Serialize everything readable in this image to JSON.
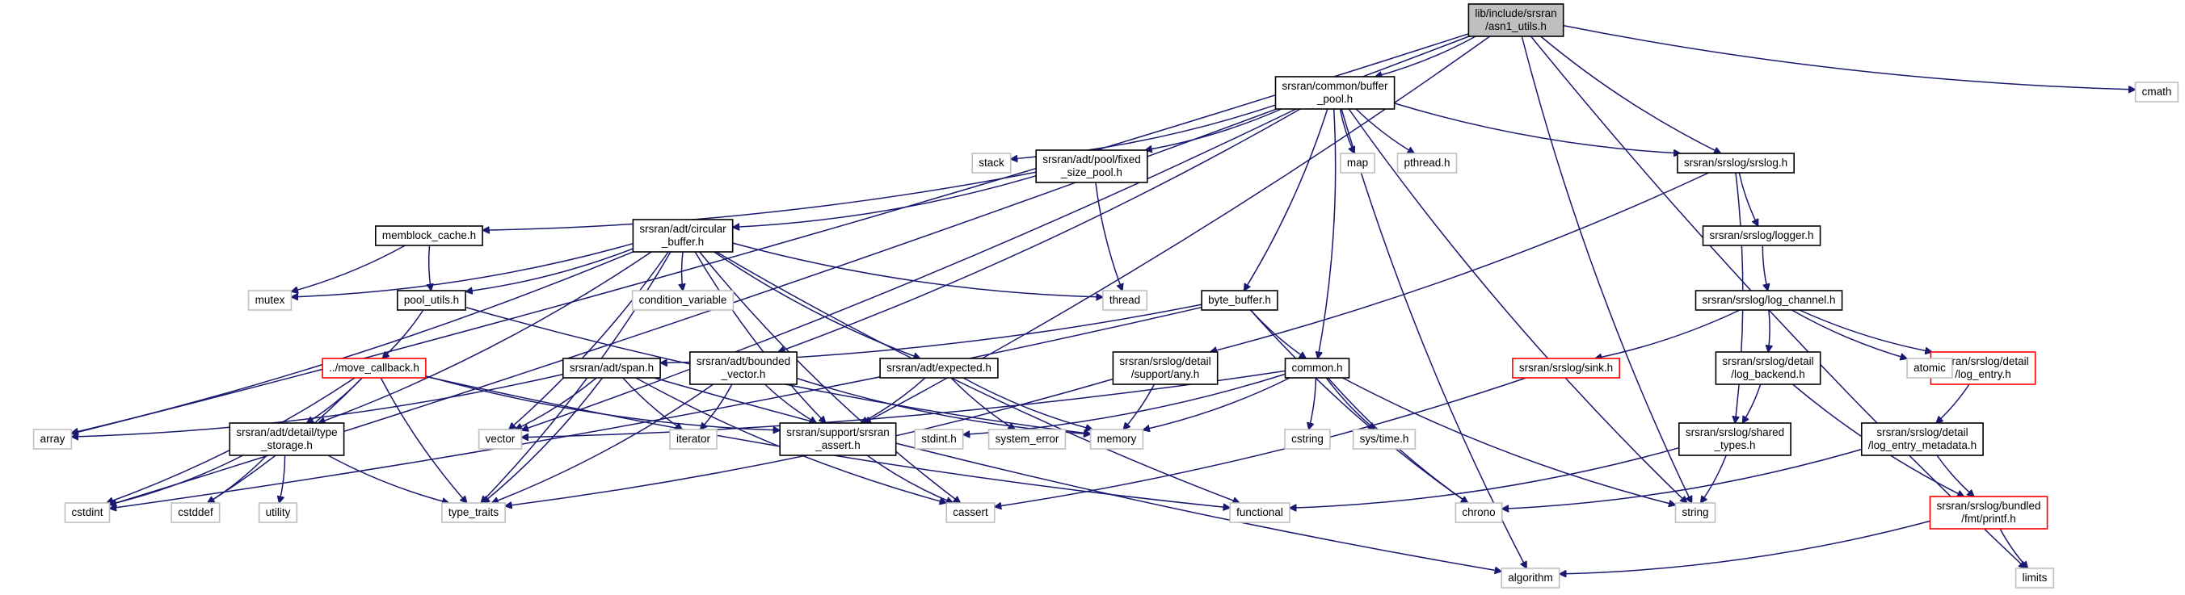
{
  "colors": {
    "edge": "#191970",
    "border_project": "#000000",
    "border_external": "#bfbfbf",
    "border_missing": "#ff0000",
    "fill_root": "#bfbfbf",
    "fill_default": "#ffffff"
  },
  "nodes": [
    {
      "id": "root",
      "lines": [
        "lib/include/srsran",
        "/asn1_utils.h"
      ],
      "kind": "root"
    },
    {
      "id": "buffer_pool",
      "lines": [
        "srsran/common/buffer",
        "_pool.h"
      ],
      "kind": "project"
    },
    {
      "id": "srslog",
      "lines": [
        "srsran/srslog/srslog.h"
      ],
      "kind": "project"
    },
    {
      "id": "fixed_size_pool",
      "lines": [
        "srsran/adt/pool/fixed",
        "_size_pool.h"
      ],
      "kind": "project"
    },
    {
      "id": "memblock_cache",
      "lines": [
        "memblock_cache.h"
      ],
      "kind": "project"
    },
    {
      "id": "circular_buffer",
      "lines": [
        "srsran/adt/circular",
        "_buffer.h"
      ],
      "kind": "project"
    },
    {
      "id": "pool_utils",
      "lines": [
        "pool_utils.h"
      ],
      "kind": "project"
    },
    {
      "id": "byte_buffer",
      "lines": [
        "byte_buffer.h"
      ],
      "kind": "project"
    },
    {
      "id": "logger",
      "lines": [
        "srsran/srslog/logger.h"
      ],
      "kind": "project"
    },
    {
      "id": "log_channel",
      "lines": [
        "srsran/srslog/log_channel.h"
      ],
      "kind": "project"
    },
    {
      "id": "move_callback",
      "lines": [
        "../move_callback.h"
      ],
      "kind": "missing"
    },
    {
      "id": "span",
      "lines": [
        "srsran/adt/span.h"
      ],
      "kind": "project"
    },
    {
      "id": "bounded_vector",
      "lines": [
        "srsran/adt/bounded",
        "_vector.h"
      ],
      "kind": "project"
    },
    {
      "id": "expected",
      "lines": [
        "srsran/adt/expected.h"
      ],
      "kind": "project"
    },
    {
      "id": "detail_any",
      "lines": [
        "srsran/srslog/detail",
        "/support/any.h"
      ],
      "kind": "project"
    },
    {
      "id": "common",
      "lines": [
        "common.h"
      ],
      "kind": "project"
    },
    {
      "id": "sink",
      "lines": [
        "srsran/srslog/sink.h"
      ],
      "kind": "missing"
    },
    {
      "id": "log_backend",
      "lines": [
        "srsran/srslog/detail",
        "/log_backend.h"
      ],
      "kind": "project"
    },
    {
      "id": "log_entry",
      "lines": [
        "srsran/srslog/detail",
        "/log_entry.h"
      ],
      "kind": "missing"
    },
    {
      "id": "type_storage",
      "lines": [
        "srsran/adt/detail/type",
        "_storage.h"
      ],
      "kind": "project"
    },
    {
      "id": "srsran_assert",
      "lines": [
        "srsran/support/srsran",
        "_assert.h"
      ],
      "kind": "project"
    },
    {
      "id": "shared_types",
      "lines": [
        "srsran/srslog/shared",
        "_types.h"
      ],
      "kind": "project"
    },
    {
      "id": "log_entry_metadata",
      "lines": [
        "srsran/srslog/detail",
        "/log_entry_metadata.h"
      ],
      "kind": "project"
    },
    {
      "id": "printf",
      "lines": [
        "srsran/srslog/bundled",
        "/fmt/printf.h"
      ],
      "kind": "missing"
    },
    {
      "id": "cmath",
      "lines": [
        "cmath"
      ],
      "kind": "external"
    },
    {
      "id": "stack",
      "lines": [
        "stack"
      ],
      "kind": "external"
    },
    {
      "id": "map",
      "lines": [
        "map"
      ],
      "kind": "external"
    },
    {
      "id": "pthread",
      "lines": [
        "pthread.h"
      ],
      "kind": "external"
    },
    {
      "id": "mutex",
      "lines": [
        "mutex"
      ],
      "kind": "external"
    },
    {
      "id": "condition_variable",
      "lines": [
        "condition_variable"
      ],
      "kind": "external"
    },
    {
      "id": "thread",
      "lines": [
        "thread"
      ],
      "kind": "external"
    },
    {
      "id": "atomic",
      "lines": [
        "atomic"
      ],
      "kind": "external"
    },
    {
      "id": "array",
      "lines": [
        "array"
      ],
      "kind": "external"
    },
    {
      "id": "vector",
      "lines": [
        "vector"
      ],
      "kind": "external"
    },
    {
      "id": "iterator",
      "lines": [
        "iterator"
      ],
      "kind": "external"
    },
    {
      "id": "stdint",
      "lines": [
        "stdint.h"
      ],
      "kind": "external"
    },
    {
      "id": "system_error",
      "lines": [
        "system_error"
      ],
      "kind": "external"
    },
    {
      "id": "memory",
      "lines": [
        "memory"
      ],
      "kind": "external"
    },
    {
      "id": "cstring",
      "lines": [
        "cstring"
      ],
      "kind": "external"
    },
    {
      "id": "systime",
      "lines": [
        "sys/time.h"
      ],
      "kind": "external"
    },
    {
      "id": "cstdint",
      "lines": [
        "cstdint"
      ],
      "kind": "external"
    },
    {
      "id": "cstddef",
      "lines": [
        "cstddef"
      ],
      "kind": "external"
    },
    {
      "id": "utility",
      "lines": [
        "utility"
      ],
      "kind": "external"
    },
    {
      "id": "type_traits",
      "lines": [
        "type_traits"
      ],
      "kind": "external"
    },
    {
      "id": "cassert",
      "lines": [
        "cassert"
      ],
      "kind": "external"
    },
    {
      "id": "functional",
      "lines": [
        "functional"
      ],
      "kind": "external"
    },
    {
      "id": "chrono",
      "lines": [
        "chrono"
      ],
      "kind": "external"
    },
    {
      "id": "string",
      "lines": [
        "string"
      ],
      "kind": "external"
    },
    {
      "id": "algorithm",
      "lines": [
        "algorithm"
      ],
      "kind": "external"
    },
    {
      "id": "limits",
      "lines": [
        "limits"
      ],
      "kind": "external"
    }
  ],
  "edges": [
    [
      "root",
      "buffer_pool"
    ],
    [
      "root",
      "srslog"
    ],
    [
      "root",
      "cmath"
    ],
    [
      "root",
      "array"
    ],
    [
      "root",
      "cstdint"
    ],
    [
      "root",
      "limits"
    ],
    [
      "root",
      "string"
    ],
    [
      "root",
      "srsran_assert"
    ],
    [
      "buffer_pool",
      "stack"
    ],
    [
      "buffer_pool",
      "fixed_size_pool"
    ],
    [
      "buffer_pool",
      "map"
    ],
    [
      "buffer_pool",
      "pthread"
    ],
    [
      "buffer_pool",
      "srslog"
    ],
    [
      "buffer_pool",
      "byte_buffer"
    ],
    [
      "buffer_pool",
      "common"
    ],
    [
      "buffer_pool",
      "string"
    ],
    [
      "buffer_pool",
      "algorithm"
    ],
    [
      "buffer_pool",
      "vector"
    ],
    [
      "buffer_pool",
      "bounded_vector"
    ],
    [
      "fixed_size_pool",
      "memblock_cache"
    ],
    [
      "fixed_size_pool",
      "circular_buffer"
    ],
    [
      "fixed_size_pool",
      "thread"
    ],
    [
      "memblock_cache",
      "mutex"
    ],
    [
      "memblock_cache",
      "pool_utils"
    ],
    [
      "circular_buffer",
      "mutex"
    ],
    [
      "circular_buffer",
      "pool_utils"
    ],
    [
      "circular_buffer",
      "condition_variable"
    ],
    [
      "circular_buffer",
      "thread"
    ],
    [
      "circular_buffer",
      "array"
    ],
    [
      "circular_buffer",
      "vector"
    ],
    [
      "circular_buffer",
      "type_traits"
    ],
    [
      "circular_buffer",
      "expected"
    ],
    [
      "circular_buffer",
      "srsran_assert"
    ],
    [
      "circular_buffer",
      "type_storage"
    ],
    [
      "circular_buffer",
      "functional"
    ],
    [
      "circular_buffer",
      "cassert"
    ],
    [
      "pool_utils",
      "move_callback"
    ],
    [
      "pool_utils",
      "memory"
    ],
    [
      "srslog",
      "logger"
    ],
    [
      "srslog",
      "shared_types"
    ],
    [
      "srslog",
      "detail_any"
    ],
    [
      "logger",
      "log_channel"
    ],
    [
      "log_channel",
      "sink"
    ],
    [
      "log_channel",
      "log_backend"
    ],
    [
      "log_channel",
      "atomic"
    ],
    [
      "log_channel",
      "log_entry"
    ],
    [
      "byte_buffer",
      "common"
    ],
    [
      "byte_buffer",
      "span"
    ],
    [
      "byte_buffer",
      "cstdint"
    ],
    [
      "byte_buffer",
      "chrono"
    ],
    [
      "move_callback",
      "type_storage"
    ],
    [
      "move_callback",
      "srsran_assert"
    ],
    [
      "move_callback",
      "cstdint"
    ],
    [
      "move_callback",
      "cstddef"
    ],
    [
      "move_callback",
      "type_traits"
    ],
    [
      "move_callback",
      "functional"
    ],
    [
      "span",
      "array"
    ],
    [
      "span",
      "vector"
    ],
    [
      "span",
      "type_traits"
    ],
    [
      "span",
      "iterator"
    ],
    [
      "span",
      "cassert"
    ],
    [
      "span",
      "algorithm"
    ],
    [
      "bounded_vector",
      "srsran_assert"
    ],
    [
      "bounded_vector",
      "iterator"
    ],
    [
      "bounded_vector",
      "memory"
    ],
    [
      "bounded_vector",
      "type_traits"
    ],
    [
      "expected",
      "srsran_assert"
    ],
    [
      "expected",
      "system_error"
    ],
    [
      "expected",
      "memory"
    ],
    [
      "detail_any",
      "memory"
    ],
    [
      "detail_any",
      "type_traits"
    ],
    [
      "common",
      "memory"
    ],
    [
      "common",
      "stdint"
    ],
    [
      "common",
      "cstring"
    ],
    [
      "common",
      "systime"
    ],
    [
      "common",
      "chrono"
    ],
    [
      "common",
      "string"
    ],
    [
      "common",
      "vector"
    ],
    [
      "sink",
      "cassert"
    ],
    [
      "log_backend",
      "shared_types"
    ],
    [
      "log_backend",
      "printf"
    ],
    [
      "log_entry",
      "log_entry_metadata"
    ],
    [
      "log_entry_metadata",
      "printf"
    ],
    [
      "log_entry_metadata",
      "chrono"
    ],
    [
      "type_storage",
      "cstdint"
    ],
    [
      "type_storage",
      "cstddef"
    ],
    [
      "type_storage",
      "utility"
    ],
    [
      "type_storage",
      "type_traits"
    ],
    [
      "srsran_assert",
      "cassert"
    ],
    [
      "shared_types",
      "functional"
    ],
    [
      "shared_types",
      "string"
    ],
    [
      "printf",
      "algorithm"
    ],
    [
      "printf",
      "limits"
    ]
  ]
}
